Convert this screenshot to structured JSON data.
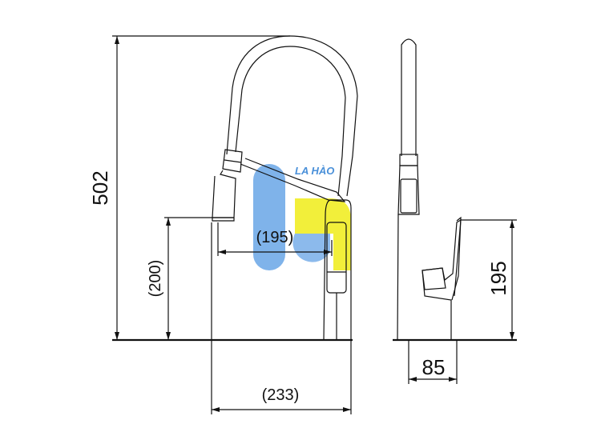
{
  "dimensions": {
    "total_height": "502",
    "spout_reach": "(195)",
    "spout_clearance": "(200)",
    "base_width": "(233)",
    "side_height": "195",
    "side_depth": "85"
  },
  "watermark": {
    "text": "LA HÀO",
    "blue": "#7fb3ea",
    "yellow": "#f2ef3a",
    "text_color": "#4a90d9"
  }
}
